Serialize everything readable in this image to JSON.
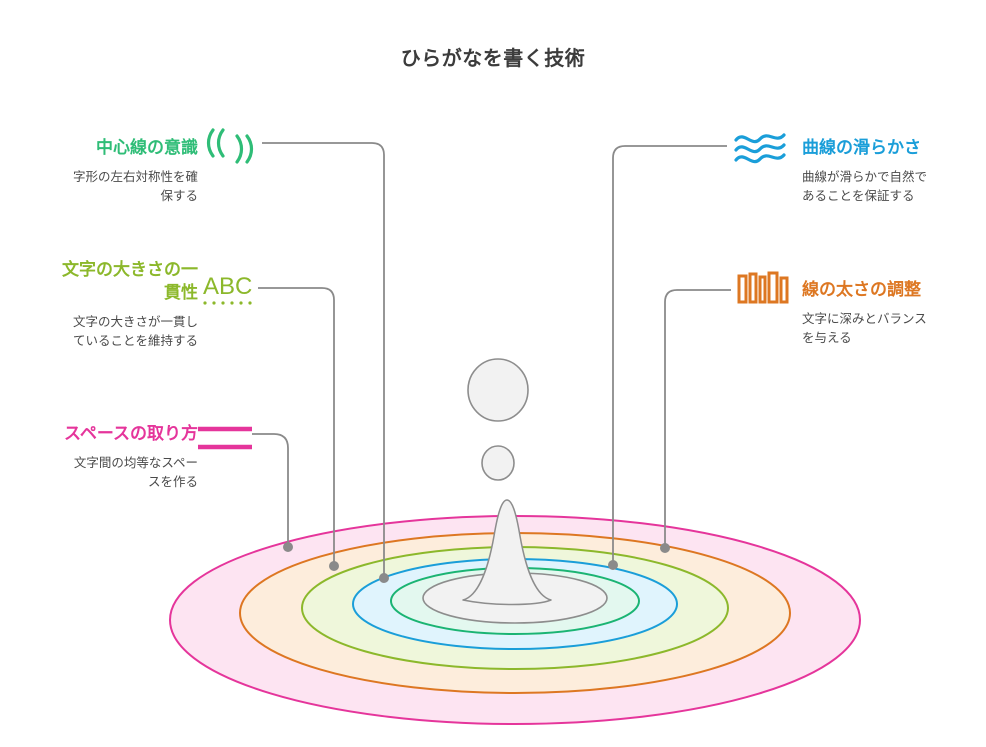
{
  "title": "ひらがなを書く技術",
  "colors": {
    "center_line": "#2fbd77",
    "char_size": "#8cb82b",
    "spacing": "#e5359b",
    "curve": "#1a9ed9",
    "stroke_weight": "#dd7722",
    "connector": "#8a8a8a",
    "title": "#3c3c3c",
    "description": "#4a4a4a"
  },
  "items": {
    "center_line": {
      "heading": "中心線の意識",
      "description": "字形の左右対称性を確\n保する",
      "icon": "parentheses-arcs-icon",
      "side": "left"
    },
    "char_size": {
      "heading": "文字の大きさの一\n貫性",
      "description": "文字の大きさが一貫し\nていることを維持する",
      "icon": "abc-dots-icon",
      "side": "left"
    },
    "spacing": {
      "heading": "スペースの取り方",
      "description": "文字間の均等なスペー\nスを作る",
      "icon": "two-horizontal-lines-icon",
      "side": "left"
    },
    "curve": {
      "heading": "曲線の滑らかさ",
      "description": "曲線が滑らかで自然で\nあることを保証する",
      "icon": "wavy-lines-icon",
      "side": "right"
    },
    "stroke_weight": {
      "heading": "線の太さの調整",
      "description": "文字に深みとバランス\nを与える",
      "icon": "vertical-bars-icon",
      "side": "right"
    }
  },
  "icons": {
    "abc_label": "ABC"
  },
  "chart_data": {
    "type": "diagram",
    "title": "ひらがなを書く技術",
    "layout": "concentric-ripple-rings with water-droplet splash center",
    "rings": [
      {
        "label": "スペースの取り方",
        "color": "#e5359b",
        "fill": "#fde4f2",
        "order": 1
      },
      {
        "label": "線の太さの調整",
        "color": "#dd7722",
        "fill": "#fdeddc",
        "order": 2
      },
      {
        "label": "文字の大きさの一貫性",
        "color": "#8cb82b",
        "fill": "#eff7db",
        "order": 3
      },
      {
        "label": "曲線の滑らかさ",
        "color": "#1a9ed9",
        "fill": "#e0f4fd",
        "order": 4
      },
      {
        "label": "中心線の意識",
        "color": "#1bb473",
        "fill": "#e3f8ef",
        "order": 5
      }
    ]
  }
}
